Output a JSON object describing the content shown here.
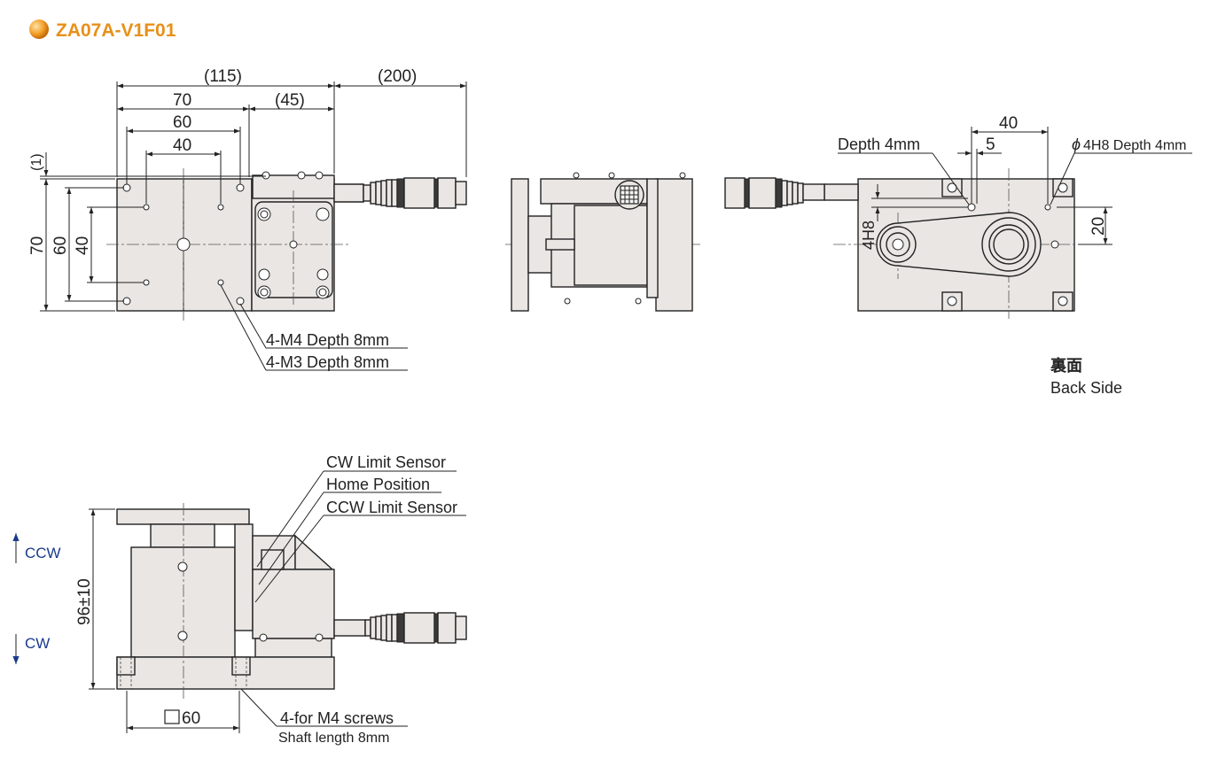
{
  "title": "ZA07A-V1F01",
  "colors": {
    "title": "#e8901a",
    "part_fill": "#e9e6e3",
    "arrow": "#1a3a8c"
  },
  "icons": {
    "title_bullet": "orange-sphere-icon"
  },
  "top_view": {
    "dims": {
      "d115": "(115)",
      "d200": "(200)",
      "d70_top": "70",
      "d45": "(45)",
      "d60_top": "60",
      "d40_top": "40",
      "d1": "(1)",
      "d70_left": "70",
      "d60_left": "60",
      "d40_left": "40"
    },
    "callouts": {
      "m4": "4-M4 Depth 8mm",
      "m3": "4-M3 Depth 8mm"
    }
  },
  "back_view": {
    "dims": {
      "d40": "40",
      "d5": "5",
      "d20": "20",
      "d4h8": "4H8"
    },
    "callouts": {
      "depth": "Depth 4mm",
      "phi_symbol": "ϕ",
      "phi": "4H8 Depth 4mm"
    },
    "caption_jp": "裏面",
    "caption_en": "Back Side"
  },
  "side_view": {
    "sensors": {
      "cw": "CW Limit Sensor",
      "home": "Home Position",
      "ccw": "CCW Limit Sensor"
    },
    "arrows": {
      "ccw": "CCW",
      "cw": "CW"
    },
    "dims": {
      "height": "96±10",
      "sq60": "60"
    },
    "callouts": {
      "screws": "4-for M4 screws",
      "shaft": "Shaft length 8mm"
    }
  }
}
